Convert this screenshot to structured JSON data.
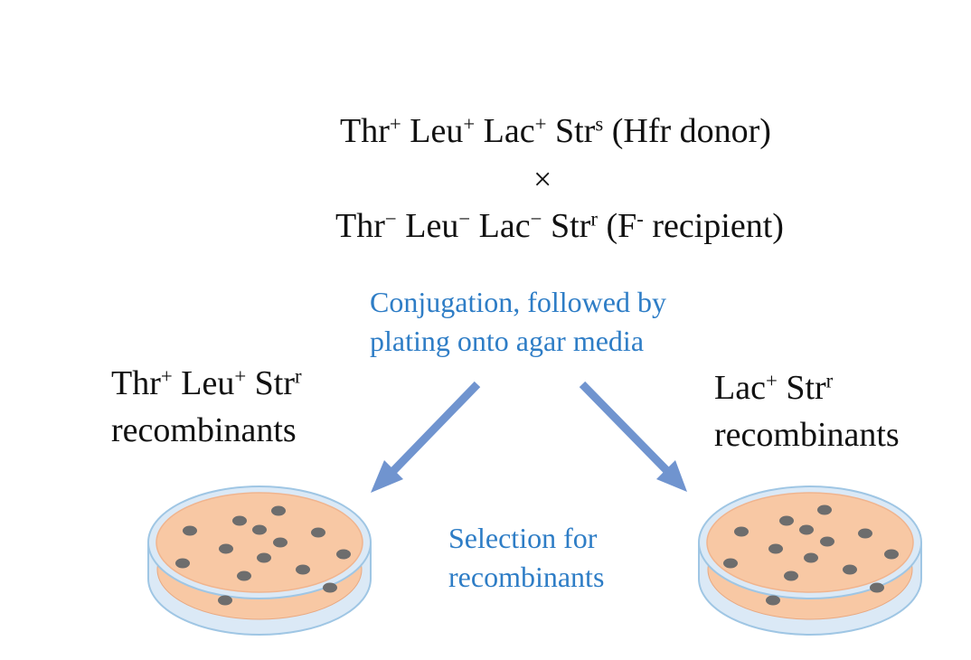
{
  "cross": {
    "donor": {
      "parts": [
        {
          "base": "Thr",
          "sup": "+"
        },
        {
          "base": " Leu",
          "sup": "+"
        },
        {
          "base": " Lac",
          "sup": "+"
        },
        {
          "base": " Str",
          "sup": "s"
        },
        {
          "base": " (Hfr donor)",
          "sup": ""
        }
      ]
    },
    "times_symbol": "×",
    "recipient": {
      "parts": [
        {
          "base": "Thr",
          "sup": "−"
        },
        {
          "base": " Leu",
          "sup": "−"
        },
        {
          "base": " Lac",
          "sup": "−"
        },
        {
          "base": " Str",
          "sup": "r"
        },
        {
          "base": " (F",
          "sup": "-"
        },
        {
          "base": " recipient)",
          "sup": ""
        }
      ]
    }
  },
  "step_conjugation": {
    "line1": "Conjugation, followed by",
    "line2": "plating onto agar media"
  },
  "step_selection": {
    "line1": "Selection for",
    "line2": "recombinants"
  },
  "left_label": {
    "parts": [
      {
        "base": "Thr",
        "sup": "+"
      },
      {
        "base": " Leu",
        "sup": "+"
      },
      {
        "base": " Str",
        "sup": "r"
      }
    ],
    "line2": "recombinants"
  },
  "right_label": {
    "parts": [
      {
        "base": "Lac",
        "sup": "+"
      },
      {
        "base": " Str",
        "sup": "r"
      }
    ],
    "line2": "recombinants"
  },
  "colors": {
    "step_text": "#2e7dc6",
    "arrow": "#7094cf",
    "dish_rim": "#9fc6e4",
    "dish_glass": "#dbe9f6",
    "agar": "#f8c8a4",
    "colony": "#6d6d6d"
  }
}
